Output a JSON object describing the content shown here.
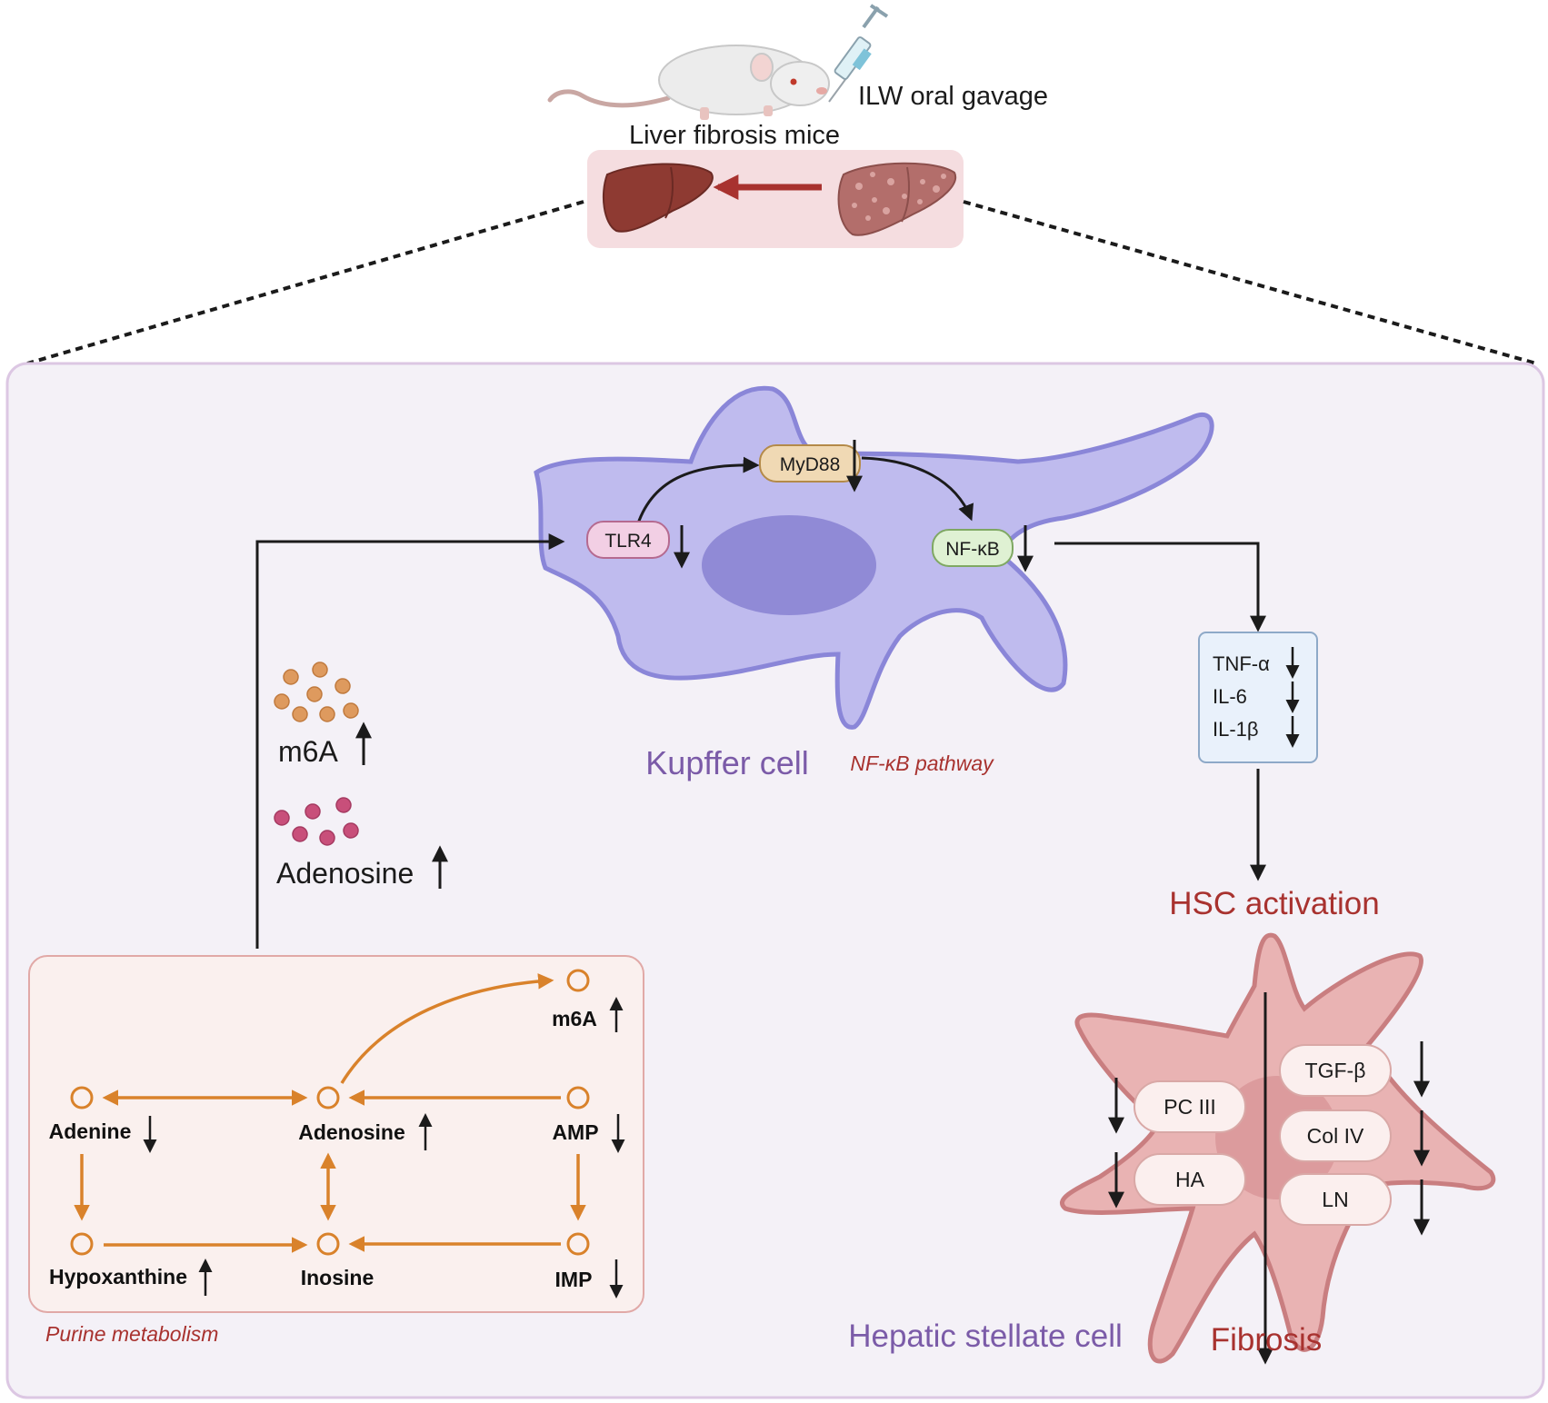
{
  "header": {
    "treatment_label": "ILW oral gavage",
    "model_label": "Liver fibrosis mice"
  },
  "kupffer": {
    "title": "Kupffer cell",
    "pathway": "NF-κB pathway",
    "tlr4": "TLR4",
    "myd88": "MyD88",
    "nfkb": "NF-κB"
  },
  "cytokines": [
    "TNF-α",
    "IL-6",
    "IL-1β"
  ],
  "metabolites": {
    "m6a": "m6A",
    "adenosine": "Adenosine"
  },
  "purine": {
    "title": "Purine metabolism",
    "nodes": {
      "m6a": "m6A",
      "adenine": "Adenine",
      "adenosine": "Adenosine",
      "amp": "AMP",
      "hypoxanthine": "Hypoxanthine",
      "inosine": "Inosine",
      "imp": "IMP"
    }
  },
  "hsc": {
    "activation": "HSC activation",
    "title": "Hepatic stellate cell",
    "fibrosis": "Fibrosis",
    "markers": [
      "PC III",
      "HA",
      "TGF-β",
      "Col IV",
      "LN"
    ]
  },
  "colors": {
    "panel_bg": "#f4f1f7",
    "panel_border": "#dcc7e3",
    "kupffer_fill": "#bfbbee",
    "kupffer_stroke": "#8a86d8",
    "nucleus": "#908ad6",
    "purple_text": "#7b5ba8",
    "red_text": "#a8322f",
    "orange": "#d9822b",
    "hsc_fill": "#e9b3b3",
    "hsc_stroke": "#c97e80",
    "purine_bg": "#faf0ee",
    "purine_border": "#e1a9a7"
  }
}
